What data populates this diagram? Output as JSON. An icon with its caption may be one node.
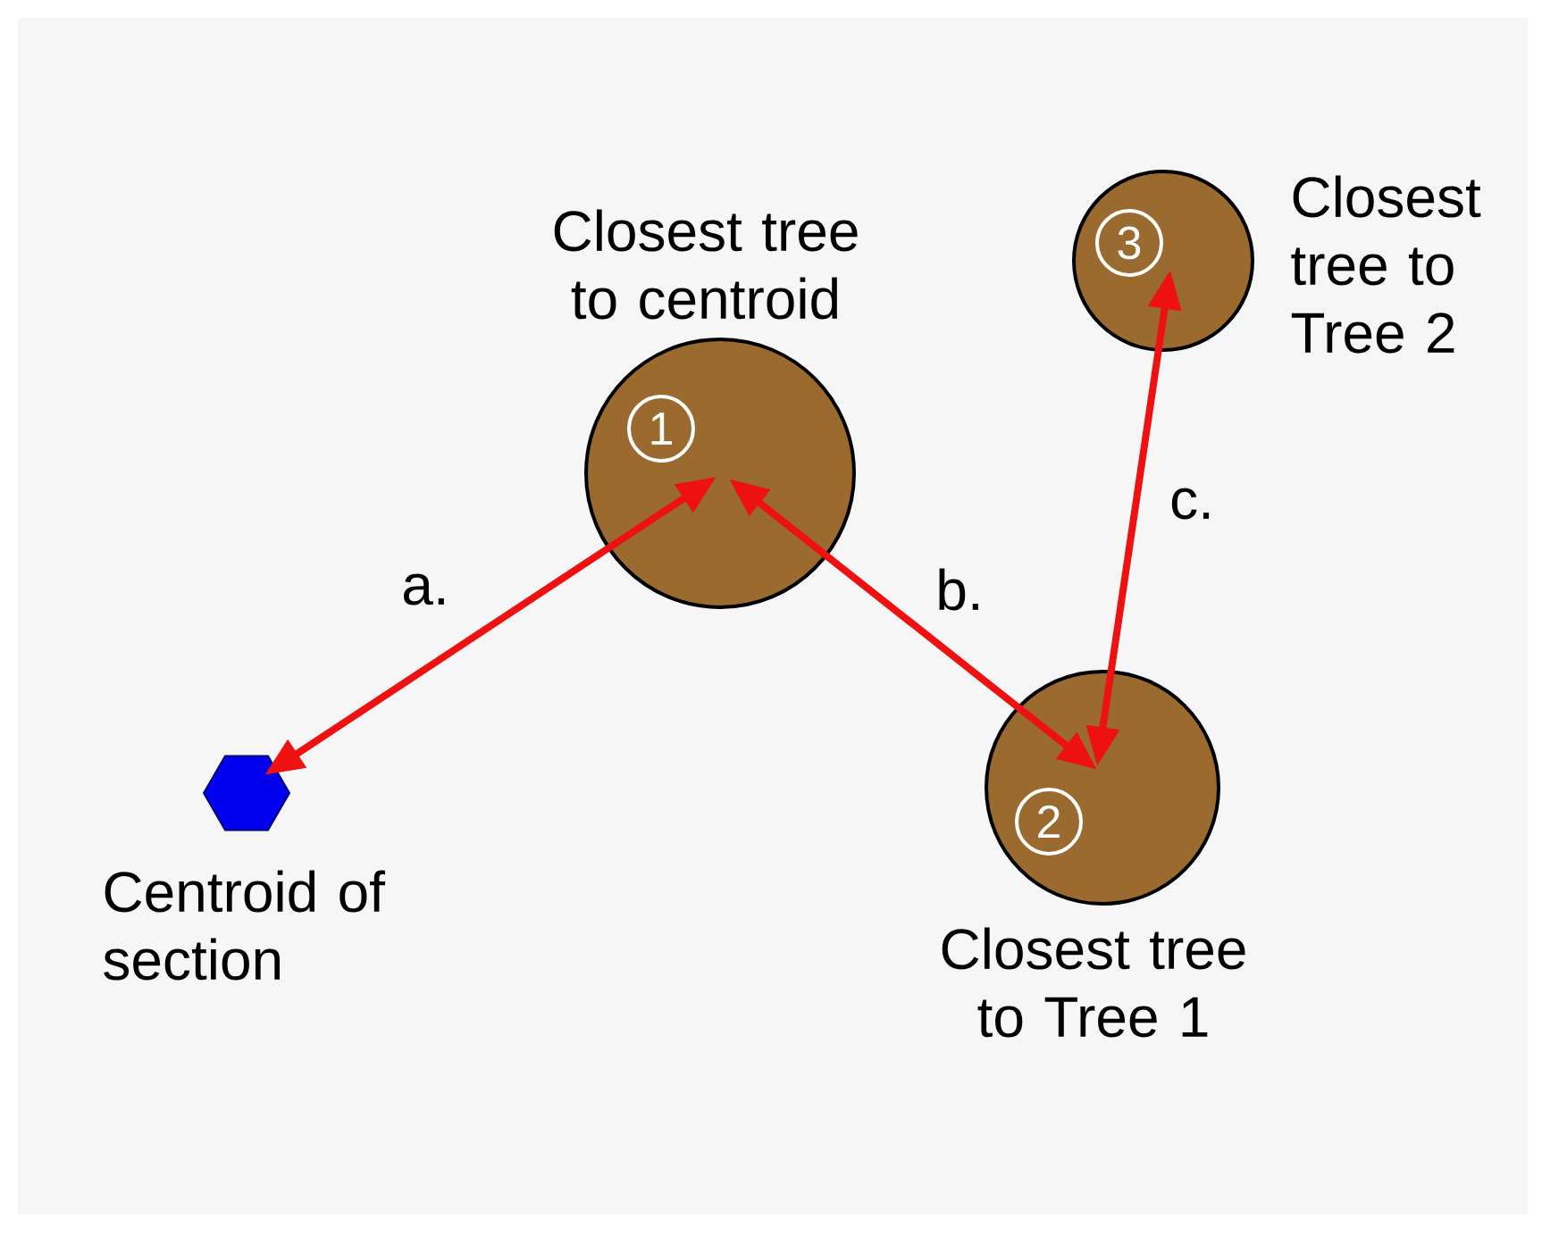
{
  "diagram": {
    "nodes": [
      {
        "text": [],
        "shape": "hexagon",
        "beside": [
          "Centroid of section"
        ]
      },
      {
        "text": [
          "1"
        ],
        "beside": [
          "Closest tree to centroid"
        ]
      },
      {
        "text": [
          "2"
        ],
        "beside": [
          "Closest tree to Tree 1"
        ]
      },
      {
        "text": [
          "3"
        ],
        "beside": [
          "Closest tree to Tree 2"
        ]
      }
    ],
    "edges": [
      {
        "from": 0,
        "to": 1,
        "arrow": "both",
        "label": "a."
      },
      {
        "from": 1,
        "to": 2,
        "arrow": "both",
        "label": "b."
      },
      {
        "from": 2,
        "to": 3,
        "arrow": "both",
        "label": "c."
      }
    ]
  }
}
